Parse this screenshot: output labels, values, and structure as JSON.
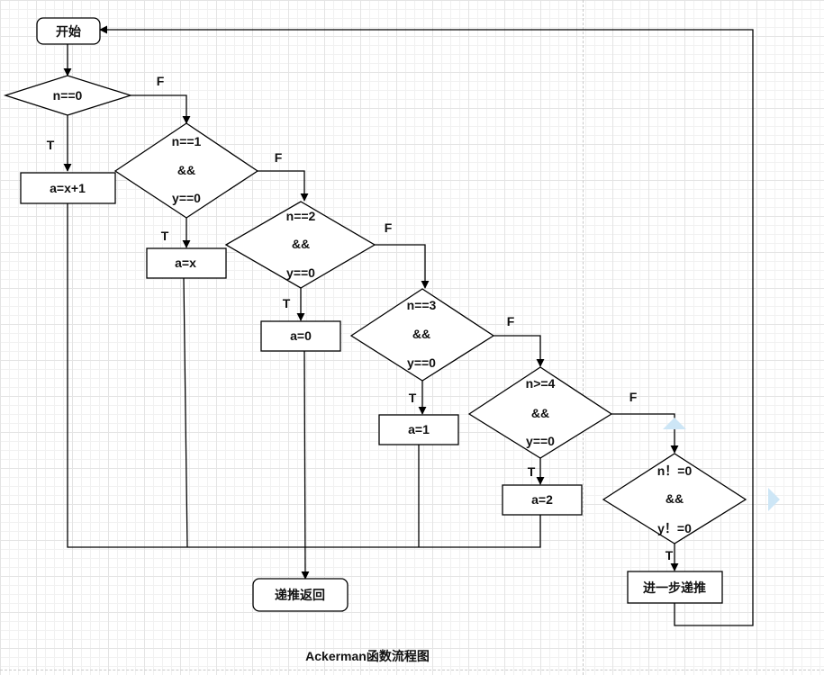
{
  "diagram": {
    "title": "Ackerman函数流程图",
    "nodes": {
      "start": "开始",
      "cond_n0": "n==0",
      "cond_n1": [
        "n==1",
        "&&",
        "y==0"
      ],
      "cond_n2": [
        "n==2",
        "&&",
        "y==0"
      ],
      "cond_n3": [
        "n==3",
        "&&",
        "y==0"
      ],
      "cond_n4": [
        "n>=4",
        "&&",
        "y==0"
      ],
      "cond_nz": [
        "n！=0",
        "&&",
        "y！=0"
      ],
      "assign_x1": "a=x+1",
      "assign_x": "a=x",
      "assign_0": "a=0",
      "assign_1": "a=1",
      "assign_2": "a=2",
      "recurse": "进一步递推",
      "return": "递推返回"
    },
    "edge_labels": {
      "true": "T",
      "false": "F"
    }
  }
}
